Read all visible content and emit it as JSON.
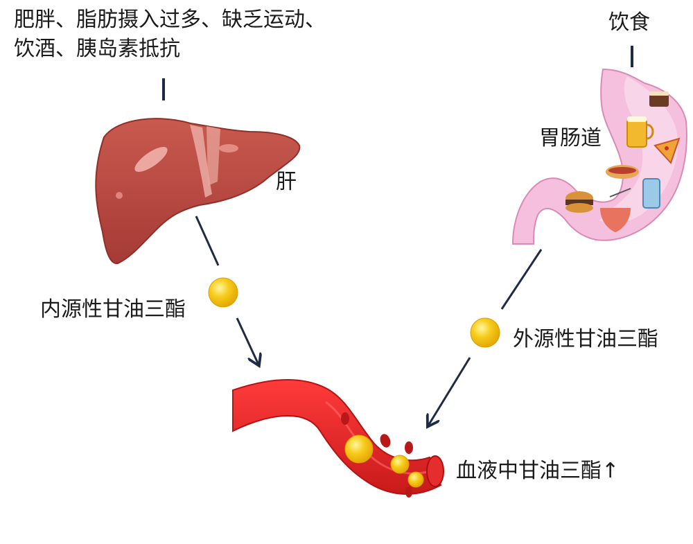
{
  "causes": {
    "line1": "肥胖、脂肪摄入过多、缺乏运动、",
    "line2": "饮酒、胰岛素抵抗"
  },
  "diet": "饮食",
  "liver": "肝",
  "gi_tract": "胃肠道",
  "endogenous": "内源性甘油三酯",
  "exogenous": "外源性甘油三酯",
  "blood": "血液中甘油三酯↑",
  "colors": {
    "liver": "#b8453e",
    "stomach": "#f1b7d4",
    "vessel": "#e8282a",
    "droplet": "#f5c518",
    "arrow": "#1f2a44"
  }
}
